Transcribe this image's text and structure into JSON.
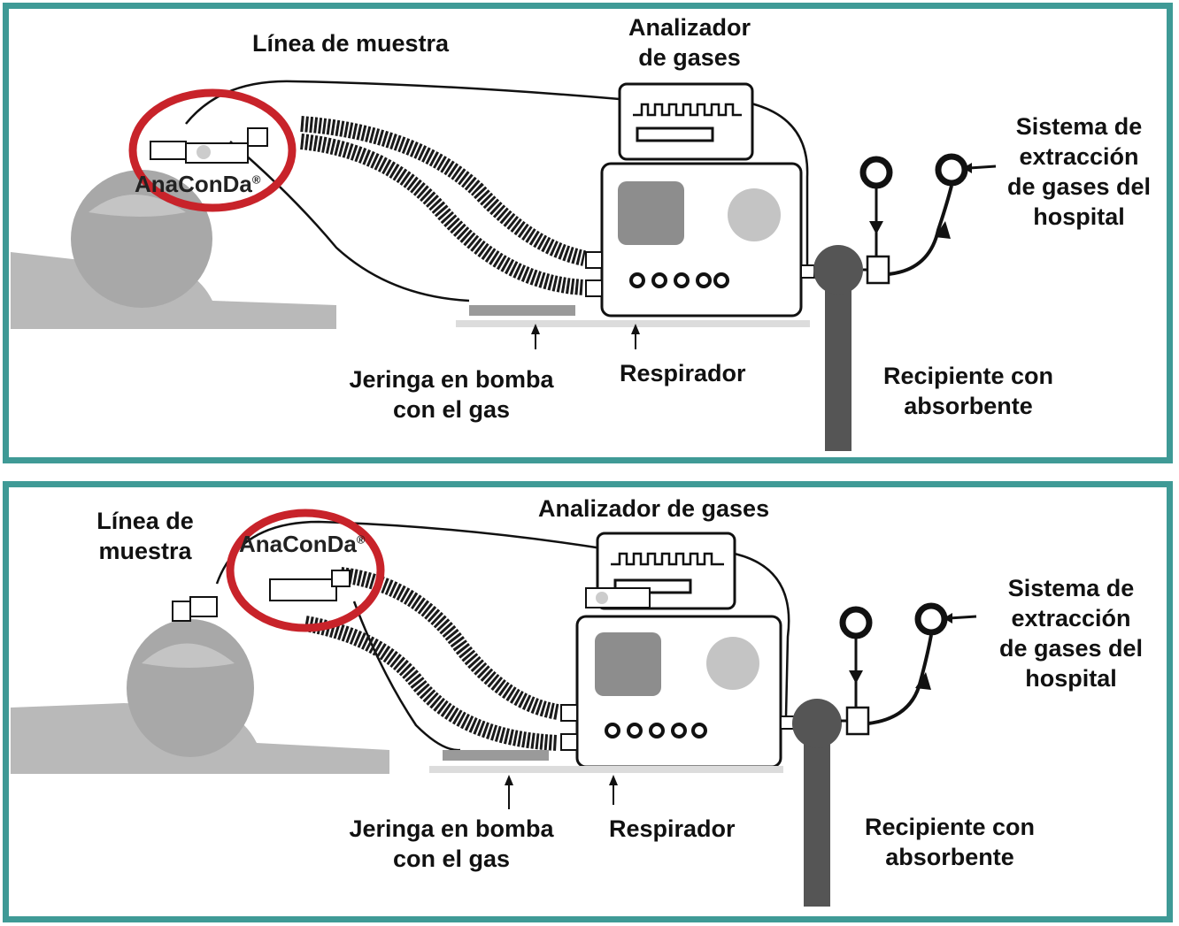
{
  "colors": {
    "frame": "#3f9a96",
    "highlight_circle": "#c8232a",
    "patient_gray": "#b9b9b9",
    "tube_dark": "#1a1a1a"
  },
  "top_panel": {
    "sample_line": "Línea de muestra",
    "analyzer_line1": "Analizador",
    "analyzer_line2": "de gases",
    "extraction_line1": "Sistema de",
    "extraction_line2": "extracción",
    "extraction_line3": "de gases del",
    "extraction_line4": "hospital",
    "brand": "AnaConDa",
    "brand_mark": "®",
    "syringe_line1": "Jeringa en bomba",
    "syringe_line2": "con el gas",
    "ventilator": "Respirador",
    "canister_line1": "Recipiente con",
    "canister_line2": "absorbente"
  },
  "bottom_panel": {
    "sample_line1": "Línea de",
    "sample_line2": "muestra",
    "brand": "AnaConDa",
    "brand_mark": "®",
    "analyzer": "Analizador de gases",
    "extraction_line1": "Sistema de",
    "extraction_line2": "extracción",
    "extraction_line3": "de gases del",
    "extraction_line4": "hospital",
    "syringe_line1": "Jeringa en bomba",
    "syringe_line2": "con el gas",
    "ventilator": "Respirador",
    "canister_line1": "Recipiente con",
    "canister_line2": "absorbente"
  }
}
